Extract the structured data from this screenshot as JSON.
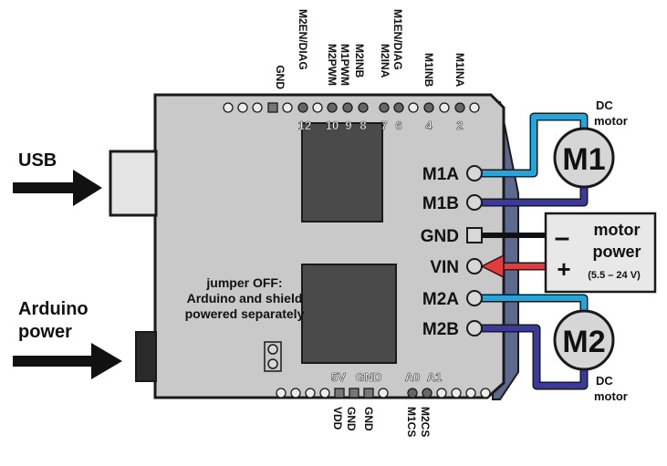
{
  "inputs": {
    "usb": "USB",
    "arduino_power_line1": "Arduino",
    "arduino_power_line2": "power"
  },
  "top_pins": {
    "labels": [
      "GND",
      "M2EN/DIAG",
      "M2PWM",
      "M1PWM",
      "M2INB",
      "M2INA",
      "M1EN/DIAG",
      "M1INB",
      "M1INA"
    ],
    "numbers": [
      "12",
      "10",
      "9",
      "8",
      "7",
      "6",
      "4",
      "2"
    ]
  },
  "bottom_pins": {
    "header_labels": [
      "5V",
      "GND",
      "A0",
      "A1"
    ],
    "labels": [
      "VDD",
      "GND",
      "GND",
      "M1CS",
      "M2CS"
    ]
  },
  "terminals": [
    "M1A",
    "M1B",
    "GND",
    "VIN",
    "M2A",
    "M2B"
  ],
  "jumper_note": [
    "jumper OFF:",
    "Arduino and shield",
    "powered separately"
  ],
  "motor1": {
    "name": "M1",
    "caption_line1": "DC",
    "caption_line2": "motor"
  },
  "motor2": {
    "name": "M2",
    "caption_line1": "DC",
    "caption_line2": "motor"
  },
  "power_box": {
    "minus": "–",
    "plus": "+",
    "title_line1": "motor",
    "title_line2": "power",
    "range": "(5.5 – 24 V)"
  },
  "colors": {
    "board": "#c9c9c9",
    "board_edge": "#1a1a1a",
    "chip": "#4a4a4a",
    "wire_light_blue": "#1fa7e0",
    "wire_dark_blue": "#3a3a9e",
    "wire_red": "#e83a3a",
    "wire_black": "#111111",
    "arduino_edge": "#55648a"
  }
}
